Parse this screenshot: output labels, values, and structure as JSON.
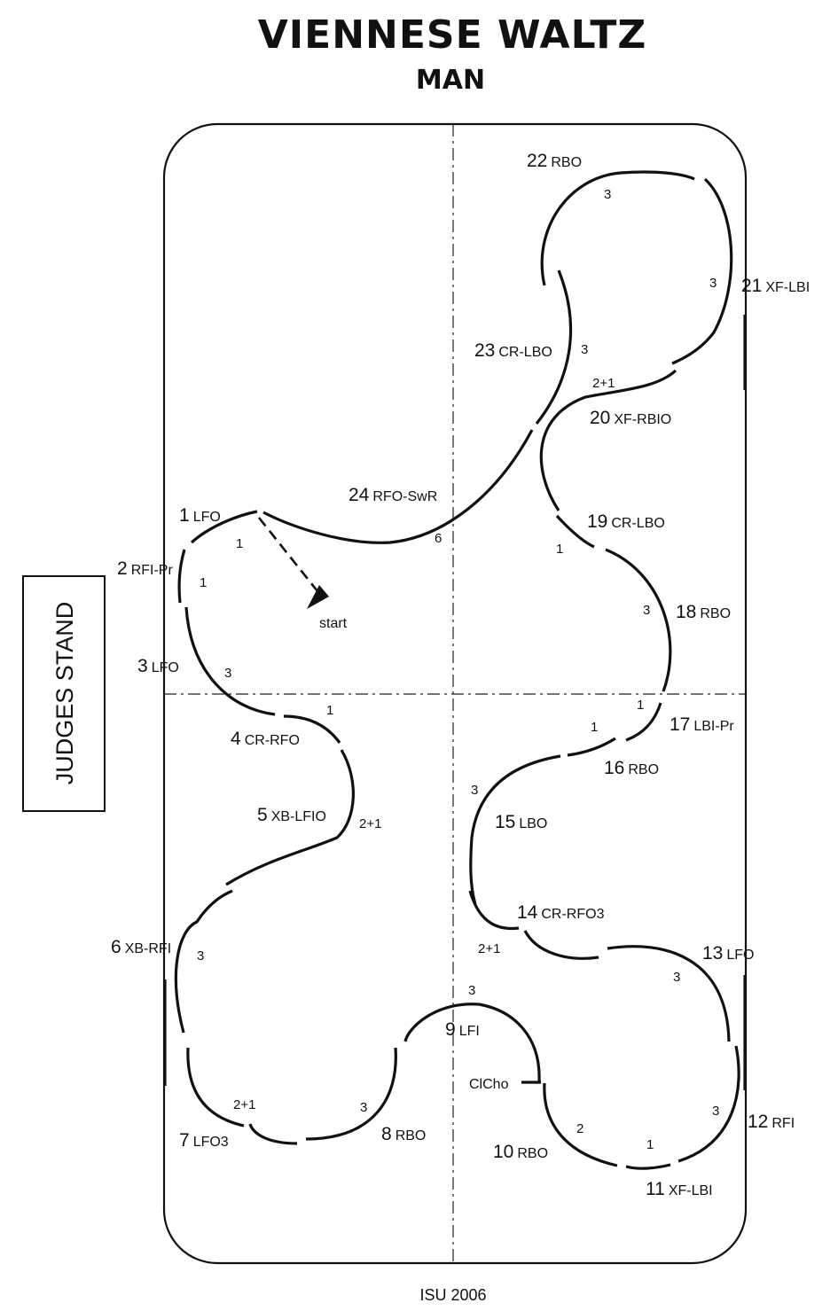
{
  "header": {
    "title": "VIENNESE WALTZ",
    "subtitle": "MAN"
  },
  "judges_stand": "JUDGES STAND",
  "start_label": "start",
  "clcho_label": "ClCho",
  "footer": "ISU 2006",
  "steps": [
    {
      "num": "1",
      "code": "LFO"
    },
    {
      "num": "2",
      "code": "RFI-Pr"
    },
    {
      "num": "3",
      "code": "LFO"
    },
    {
      "num": "4",
      "code": "CR-RFO"
    },
    {
      "num": "5",
      "code": "XB-LFIO"
    },
    {
      "num": "6",
      "code": "XB-RFI"
    },
    {
      "num": "7",
      "code": "LFO3"
    },
    {
      "num": "8",
      "code": "RBO"
    },
    {
      "num": "9",
      "code": "LFI"
    },
    {
      "num": "10",
      "code": "RBO"
    },
    {
      "num": "11",
      "code": "XF-LBI"
    },
    {
      "num": "12",
      "code": "RFI"
    },
    {
      "num": "13",
      "code": "LFO"
    },
    {
      "num": "14",
      "code": "CR-RFO3"
    },
    {
      "num": "15",
      "code": "LBO"
    },
    {
      "num": "16",
      "code": "RBO"
    },
    {
      "num": "17",
      "code": "LBI-Pr"
    },
    {
      "num": "18",
      "code": "RBO"
    },
    {
      "num": "19",
      "code": "CR-LBO"
    },
    {
      "num": "20",
      "code": "XF-RBIO"
    },
    {
      "num": "21",
      "code": "XF-LBI"
    },
    {
      "num": "22",
      "code": "RBO"
    },
    {
      "num": "23",
      "code": "CR-LBO"
    },
    {
      "num": "24",
      "code": "RFO-SwR"
    }
  ],
  "beats": [
    {
      "step": "1",
      "count": "1"
    },
    {
      "step": "2",
      "count": "1"
    },
    {
      "step": "3",
      "count": "3"
    },
    {
      "step": "4",
      "count": "1"
    },
    {
      "step": "5",
      "count": "2+1"
    },
    {
      "step": "6",
      "count": "3"
    },
    {
      "step": "7",
      "count": "2+1"
    },
    {
      "step": "8",
      "count": "3"
    },
    {
      "step": "9",
      "count": "3"
    },
    {
      "step": "10",
      "count": "2"
    },
    {
      "step": "11",
      "count": "1"
    },
    {
      "step": "12",
      "count": "3"
    },
    {
      "step": "13",
      "count": "3"
    },
    {
      "step": "14",
      "count": "2+1"
    },
    {
      "step": "15",
      "count": "3"
    },
    {
      "step": "16",
      "count": "1"
    },
    {
      "step": "17",
      "count": "1"
    },
    {
      "step": "18",
      "count": "3"
    },
    {
      "step": "19",
      "count": "1"
    },
    {
      "step": "20",
      "count": "2+1"
    },
    {
      "step": "21",
      "count": "3"
    },
    {
      "step": "22",
      "count": "3"
    },
    {
      "step": "23",
      "count": "3"
    },
    {
      "step": "24",
      "count": "6"
    }
  ]
}
